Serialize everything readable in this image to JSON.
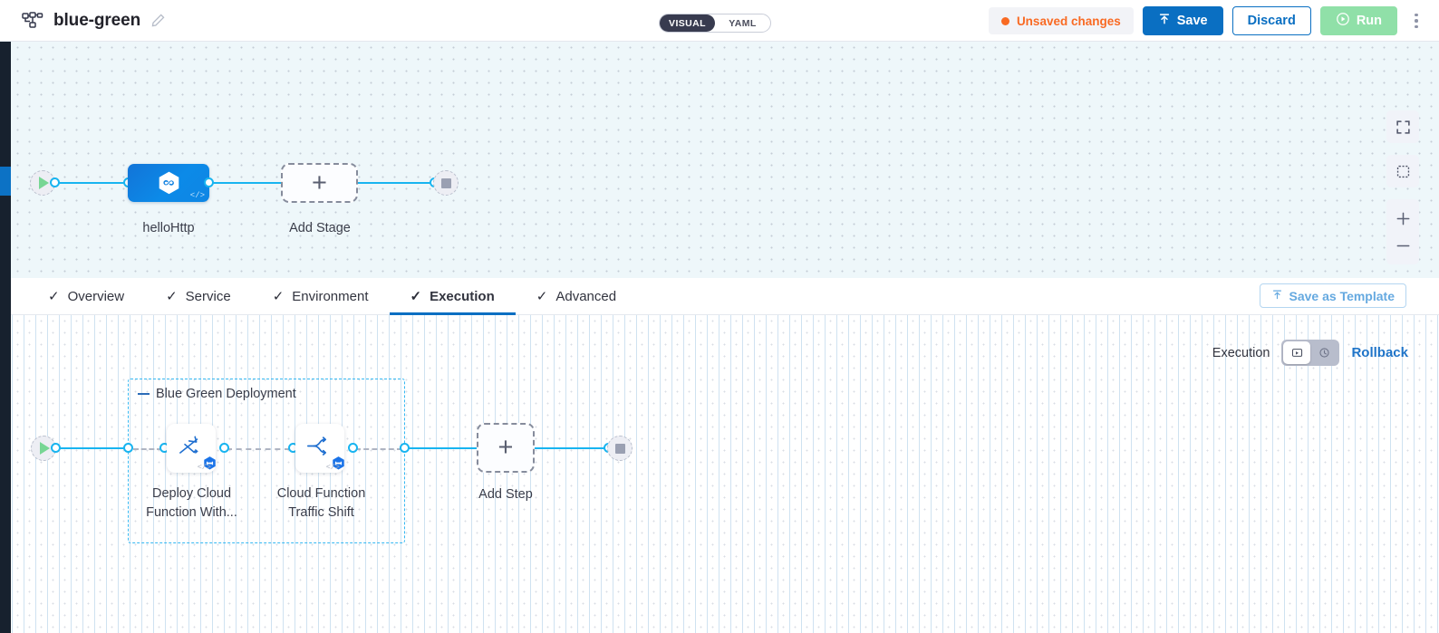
{
  "header": {
    "pipeline_icon": "pipeline-nodes-icon",
    "title": "blue-green",
    "edit_icon": "pencil-edit-icon",
    "view_toggle": {
      "visual_label": "VISUAL",
      "yaml_label": "YAML",
      "selected": "VISUAL"
    },
    "unsaved": {
      "label": "Unsaved changes",
      "dot_color": "#f96a23"
    },
    "save_label": "Save",
    "save_icon": "upload-arrow-icon",
    "discard_label": "Discard",
    "run_label": "Run",
    "run_icon": "play-circle-icon",
    "more_menu_icon": "kebab-menu-icon"
  },
  "top_canvas": {
    "start_node_icon": "play-start-icon",
    "end_node_icon": "stop-end-icon",
    "stage": {
      "label": "helloHttp",
      "icon": "harness-hexagon-infinity-icon",
      "code_glyph": "</>"
    },
    "add_stage": {
      "label": "Add Stage",
      "icon": "plus-icon"
    },
    "controls": [
      {
        "name": "fit-to-screen-button",
        "icon": "fullscreen-expand-icon"
      },
      {
        "name": "select-area-button",
        "icon": "dashed-square-select-icon"
      },
      {
        "name": "zoom-in-button",
        "icon": "plus-icon"
      },
      {
        "name": "zoom-out-button",
        "icon": "minus-icon"
      }
    ]
  },
  "tabs": [
    {
      "label": "Overview",
      "check": "✓",
      "active": false
    },
    {
      "label": "Service",
      "check": "✓",
      "active": false
    },
    {
      "label": "Environment",
      "check": "✓",
      "active": false
    },
    {
      "label": "Execution",
      "check": "✓",
      "active": true
    },
    {
      "label": "Advanced",
      "check": "✓",
      "active": false
    }
  ],
  "save_as_template": {
    "label": "Save as Template",
    "icon": "upload-arrow-icon"
  },
  "bottom_canvas": {
    "execution_label": "Execution",
    "mode_toggle": {
      "selected": "execution",
      "left_icon": "execution-steps-icon",
      "right_icon": "rollback-arrow-icon"
    },
    "rollback_label": "Rollback",
    "start_node_icon": "play-start-icon",
    "end_node_icon": "stop-end-icon",
    "group": {
      "title": "Blue Green Deployment",
      "steps": [
        {
          "label": "Deploy Cloud Function With...",
          "icon": "deploy-cloud-function-icon",
          "badge": "google-cloud-badge",
          "code_glyph": "</>"
        },
        {
          "label": "Cloud Function Traffic Shift",
          "icon": "traffic-split-icon",
          "badge": "google-cloud-badge",
          "code_glyph": "</>"
        }
      ]
    },
    "add_step": {
      "label": "Add Step",
      "icon": "plus-icon"
    }
  },
  "colors": {
    "accent_blue": "#0a6fc2",
    "wire_blue": "#18b4f0",
    "warning_orange": "#f96a23",
    "run_green": "#90e0a8",
    "group_border": "#35b8f2",
    "top_canvas_bg": "#eef7fa",
    "rail_dark": "#17212e"
  }
}
